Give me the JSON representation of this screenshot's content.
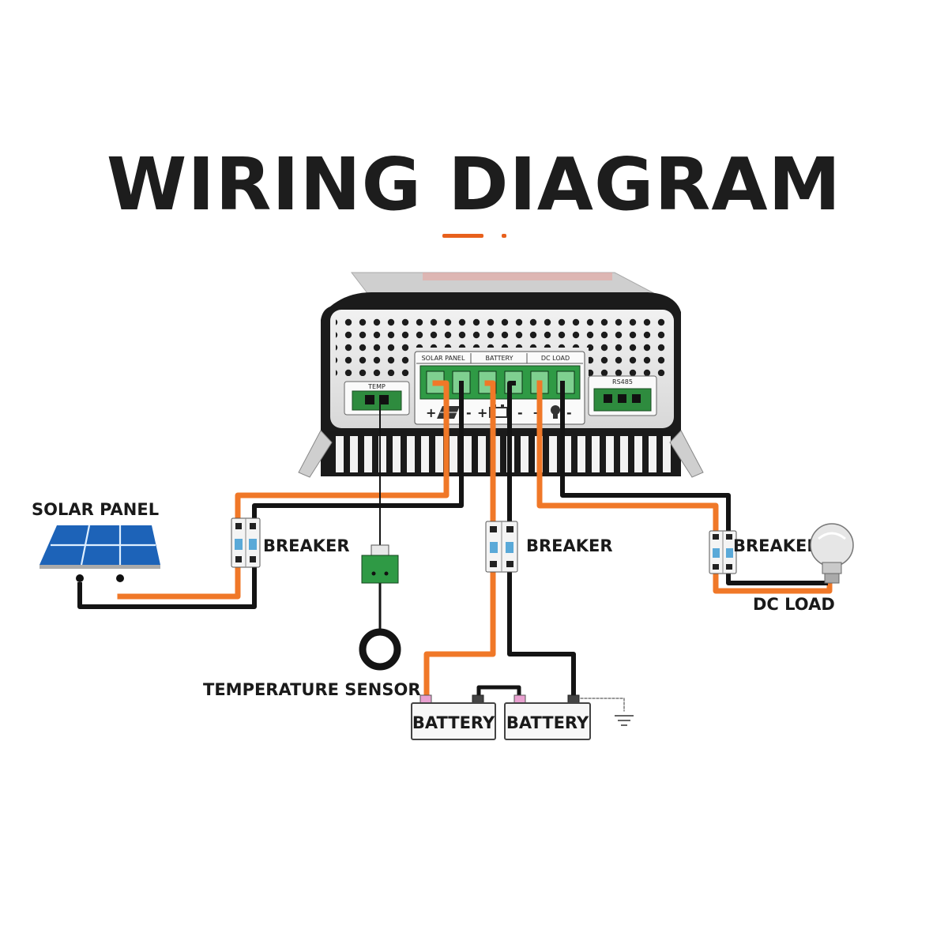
{
  "title": "WIRING DIAGRAM",
  "accent_color": "#e8601c",
  "wire_colors": {
    "positive": "#f07828",
    "negative": "#141414"
  },
  "controller": {
    "terminal_groups": [
      "SOLAR PANEL",
      "BATTERY",
      "DC LOAD"
    ],
    "temp_port": "TEMP",
    "comm_port": "RS485",
    "polarity": [
      "+",
      "-",
      "+",
      "-",
      "+",
      "-"
    ]
  },
  "labels": {
    "solar_panel": "SOLAR PANEL",
    "breaker": "BREAKER",
    "temperature_sensor": "TEMPERATURE SENSOR",
    "dc_load": "DC LOAD"
  },
  "batteries": [
    "BATTERY",
    "BATTERY"
  ],
  "icons": [
    "solar-panel-icon",
    "breaker-icon",
    "battery-icon",
    "light-bulb-icon",
    "ground-icon",
    "temperature-sensor-icon"
  ]
}
